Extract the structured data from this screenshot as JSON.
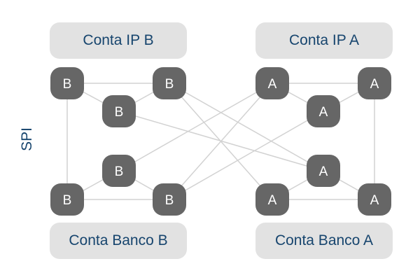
{
  "labels": {
    "spi": "SPI",
    "conta_ip_b": "Conta IP B",
    "conta_ip_a": "Conta IP A",
    "conta_banco_b": "Conta Banco B",
    "conta_banco_a": "Conta Banco A"
  },
  "colors": {
    "label_text": "#17456e",
    "label_bg": "#e2e2e2",
    "node_fill": "#666666",
    "edge": "#d2d2d2"
  },
  "nodes": {
    "b_top_left": "B",
    "b_top_right": "B",
    "b_top_inner": "B",
    "b_bottom_inner": "B",
    "b_bottom_left": "B",
    "b_bottom_right": "B",
    "a_top_left": "A",
    "a_top_right": "A",
    "a_top_inner": "A",
    "a_bottom_inner": "A",
    "a_bottom_left": "A",
    "a_bottom_right": "A"
  }
}
